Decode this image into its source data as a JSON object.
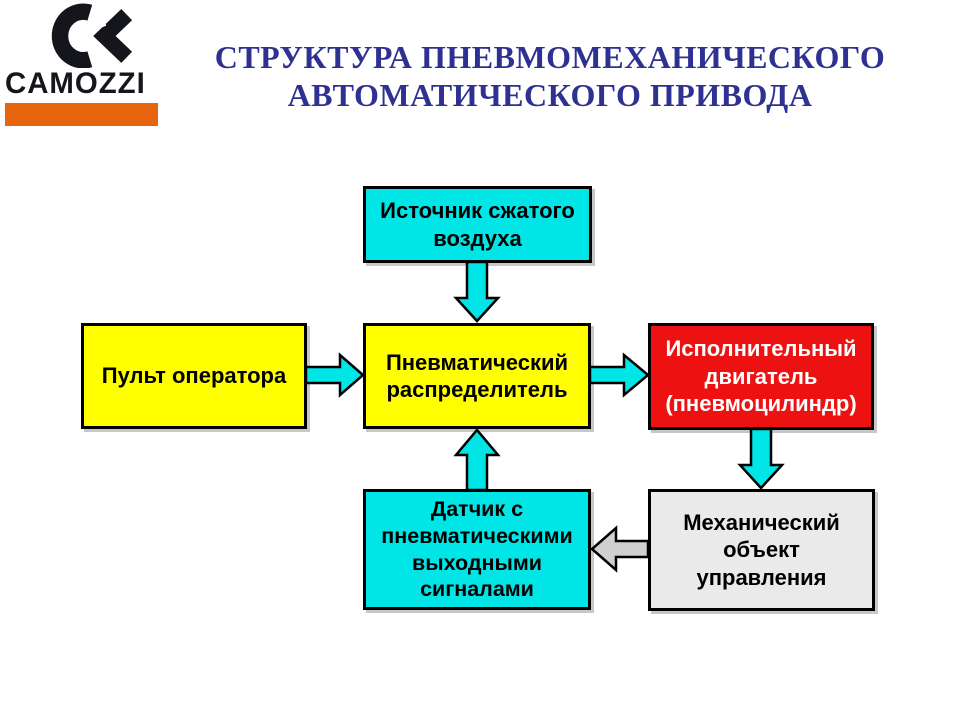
{
  "logo": {
    "brand": "CAMOZZI",
    "mark": "camozzi-double-c-icon",
    "bar_color": "#E8650F"
  },
  "title": {
    "line1": "СТРУКТУРА ПНЕВМОМЕХАНИЧЕСКОГО",
    "line2": "АВТОМАТИЧЕСКОГО ПРИВОДА",
    "color": "#2E3192"
  },
  "diagram": {
    "boxes": [
      {
        "id": "air-source",
        "label": "Источник сжатого\nвоздуха",
        "fill": "#00E5E5",
        "text_color": "#000000"
      },
      {
        "id": "operator-panel",
        "label": "Пульт оператора",
        "fill": "#FFFF00",
        "text_color": "#000000"
      },
      {
        "id": "pneumatic-distributor",
        "label": "Пневматический\nраспределитель",
        "fill": "#FFFF00",
        "text_color": "#000000"
      },
      {
        "id": "actuator",
        "label": "Исполнительный\nдвигатель\n(пневмоцилиндр)",
        "fill": "#EE1111",
        "text_color": "#FFFFFF"
      },
      {
        "id": "sensor",
        "label": "Датчик с\nпневматическими\nвыходными\nсигналами",
        "fill": "#00E5E5",
        "text_color": "#000000"
      },
      {
        "id": "mechanical-object",
        "label": "Механический\nобъект\nуправления",
        "fill": "#EAEAEA",
        "text_color": "#000000"
      }
    ],
    "connections": [
      {
        "from": "air-source",
        "to": "pneumatic-distributor",
        "direction": "down",
        "color": "#00E5E5"
      },
      {
        "from": "operator-panel",
        "to": "pneumatic-distributor",
        "direction": "right",
        "color": "#00E5E5"
      },
      {
        "from": "pneumatic-distributor",
        "to": "actuator",
        "direction": "right",
        "color": "#00E5E5"
      },
      {
        "from": "actuator",
        "to": "mechanical-object",
        "direction": "down",
        "color": "#00E5E5"
      },
      {
        "from": "sensor",
        "to": "pneumatic-distributor",
        "direction": "up",
        "color": "#00E5E5"
      },
      {
        "from": "mechanical-object",
        "to": "sensor",
        "direction": "left",
        "color": "#D0D0D0"
      }
    ]
  }
}
